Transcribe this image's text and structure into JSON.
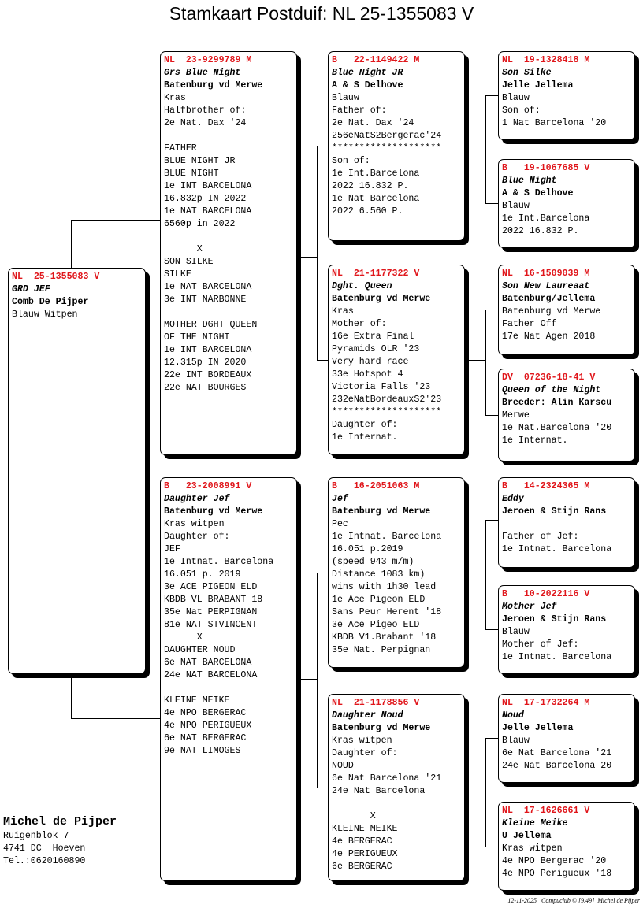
{
  "title": "Stamkaart Postduif: NL  25-1355083 V",
  "pigeons": {
    "subject": [
      "NL  25-1355083 V",
      "GRD JEF",
      "Comb De Pijper",
      "Blauw Witpen"
    ],
    "sire": [
      "NL  23-9299789 M",
      "Grs Blue Night",
      "Batenburg vd Merwe",
      "Kras",
      "Halfbrother of:",
      "2e Nat. Dax '24",
      "",
      "FATHER",
      "BLUE NIGHT JR",
      "BLUE NIGHT",
      "1e INT BARCELONA",
      "16.832p IN 2022",
      "1e NAT BARCELONA",
      "6560p in 2022",
      "",
      "      X",
      "SON SILKE",
      "SILKE",
      "1e NAT BARCELONA",
      "3e INT NARBONNE",
      "",
      "MOTHER DGHT QUEEN",
      "OF THE NIGHT",
      "1e INT BARCELONA",
      "12.315p IN 2020",
      "22e INT BORDEAUX",
      "22e NAT BOURGES"
    ],
    "dam": [
      "B   23-2008991 V",
      "Daughter Jef",
      "Batenburg vd Merwe",
      "Kras witpen",
      "Daughter of:",
      "JEF",
      "1e Intnat. Barcelona",
      "16.051 p. 2019",
      "3e ACE PIGEON ELD",
      "KBDB VL BRABANT 18",
      "35e Nat PERPIGNAN",
      "81e NAT STVINCENT",
      "      X",
      "DAUGHTER NOUD",
      "6e NAT BARCELONA",
      "24e NAT BARCELONA",
      "",
      "KLEINE MEIKE",
      "4e NPO BERGERAC",
      "4e NPO PERIGUEUX",
      "6e NAT BERGERAC",
      "9e NAT LIMOGES"
    ],
    "ss": [
      "B   22-1149422 M",
      "Blue Night JR",
      "A & S Delhove",
      "Blauw",
      "Father of:",
      "2e Nat. Dax '24",
      "256eNatS2Bergerac'24",
      "********************",
      "Son of:",
      "1e Int.Barcelona",
      "2022 16.832 P.",
      "1e Nat Barcelona",
      "2022 6.560 P."
    ],
    "sd": [
      "NL  21-1177322 V",
      "Dght. Queen",
      "Batenburg vd Merwe",
      "Kras",
      "Mother of:",
      "16e Extra Final",
      "Pyramids OLR '23",
      "Very hard race",
      "33e Hotspot 4",
      "Victoria Falls '23",
      "232eNatBordeauxS2'23",
      "********************",
      "Daughter of:",
      "1e Internat."
    ],
    "ds": [
      "B   16-2051063 M",
      "Jef",
      "Batenburg vd Merwe",
      "Pec",
      "1e Intnat. Barcelona",
      "16.051 p.2019",
      "(speed 943 m/m)",
      "Distance 1083 km)",
      "wins with 1h30 lead",
      "1e Ace Pigeon ELD",
      "Sans Peur Herent '18",
      "3e Ace Pigeo ELD",
      "KBDB V1.Brabant '18",
      "35e Nat. Perpignan"
    ],
    "dd": [
      "NL  21-1178856 V",
      "Daughter Noud",
      "Batenburg vd Merwe",
      "Kras witpen",
      "Daughter of:",
      "NOUD",
      "6e Nat Barcelona '21",
      "24e Nat Barcelona",
      "",
      "       X",
      "KLEINE MEIKE",
      "4e BERGERAC",
      "4e PERIGUEUX",
      "6e BERGERAC"
    ],
    "sss": [
      "NL  19-1328418 M",
      "Son Silke",
      "Jelle Jellema",
      "Blauw",
      "Son of:",
      "1 Nat Barcelona '20"
    ],
    "ssd": [
      "B   19-1067685 V",
      "Blue Night",
      "A & S Delhove",
      "Blauw",
      "1e Int.Barcelona",
      "2022 16.832 P."
    ],
    "sds": [
      "NL  16-1509039 M",
      "Son New Laureaat",
      "Batenburg/Jellema",
      "Batenburg vd Merwe",
      "Father Off",
      "17e Nat Agen 2018"
    ],
    "sdd": [
      "DV  07236-18-41 V",
      "Queen of the Night",
      "Breeder: Alin Karscu",
      "Merwe",
      "1e Nat.Barcelona '20",
      "1e Internat."
    ],
    "dss": [
      "B   14-2324365 M",
      "Eddy",
      "Jeroen & Stijn Rans",
      "",
      "Father of Jef:",
      "1e Intnat. Barcelona"
    ],
    "dsd": [
      "B   10-2022116 V",
      "Mother Jef",
      "Jeroen & Stijn Rans",
      "Blauw",
      "Mother of Jef:",
      "1e Intnat. Barcelona"
    ],
    "dds": [
      "NL  17-1732264 M",
      "Noud",
      "Jelle Jellema",
      "Blauw",
      "6e Nat Barcelona '21",
      "24e Nat Barcelona 20"
    ],
    "ddd": [
      "NL  17-1626661 V",
      "Kleine Meike",
      "U Jellema",
      "Kras witpen",
      "4e NPO Bergerac '20",
      "4e NPO Perigueux '18"
    ]
  },
  "breeder": {
    "name": "Michel de Pijper",
    "street": "Ruigenblok 7",
    "city": "4741 DC  Hoeven",
    "phone": "Tel.:0620160890"
  },
  "footer": "12-11-2025   Compuclub © [9.49]  Michel de Pijper",
  "colors": {
    "ring": "#e0161b"
  }
}
